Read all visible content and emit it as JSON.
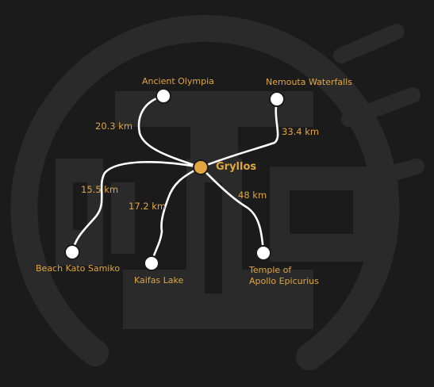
{
  "map": {
    "center": {
      "name": "Gryllos",
      "color": "#e0a640"
    },
    "colors": {
      "accent": "#e0a640",
      "route": "#ffffff",
      "background": "#1b1b1b",
      "watermark": "#2a2a2a"
    },
    "destinations": [
      {
        "id": "ancient-olympia",
        "name_lines": [
          "Ancient Olympia"
        ],
        "distance": "20.3  km"
      },
      {
        "id": "nemouta-waterfalls",
        "name_lines": [
          "Nemouta Waterfalls"
        ],
        "distance": "33.4  km"
      },
      {
        "id": "beach-kato-samiko",
        "name_lines": [
          "Beach Kato Samiko"
        ],
        "distance": "15.5  km"
      },
      {
        "id": "kaifas-lake",
        "name_lines": [
          "Kaifas Lake"
        ],
        "distance": "17.2  km"
      },
      {
        "id": "temple-apollo-epicurius",
        "name_lines": [
          "Temple of",
          "Apollo Epicurius"
        ],
        "distance": "48  km"
      }
    ]
  }
}
